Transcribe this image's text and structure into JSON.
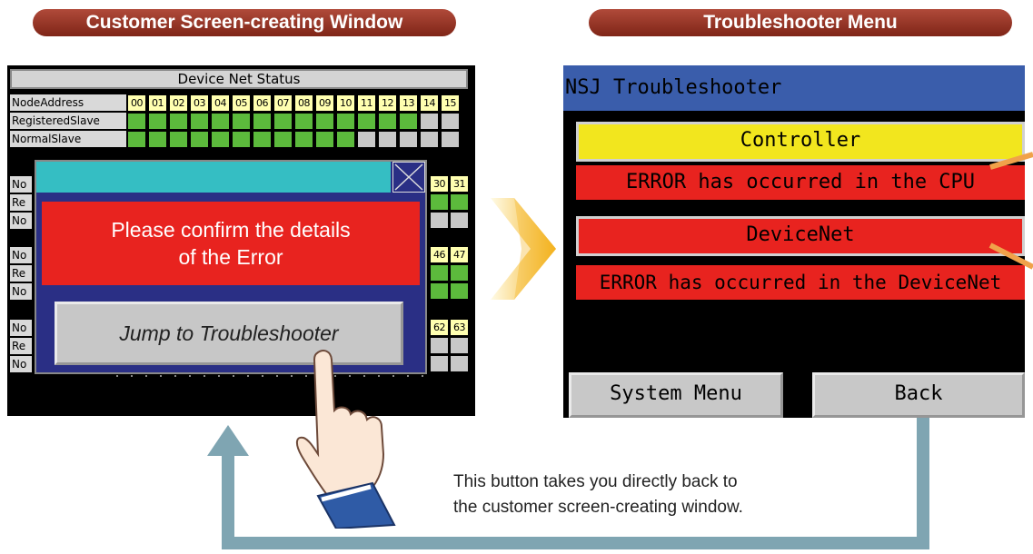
{
  "labels": {
    "left_header": "Customer Screen-creating Window",
    "right_header": "Troubleshooter Menu"
  },
  "devicenet": {
    "title": "Device Net Status",
    "rows": [
      "NodeAddress",
      "RegisteredSlave",
      "NormalSlave"
    ],
    "node_numbers": [
      "00",
      "01",
      "02",
      "03",
      "04",
      "05",
      "06",
      "07",
      "08",
      "09",
      "10",
      "11",
      "12",
      "13",
      "14",
      "15"
    ],
    "partial_rows": [
      "No",
      "Re",
      "No",
      "No",
      "Re",
      "No",
      "No",
      "Re",
      "No"
    ],
    "right_node_numbers": [
      [
        "30",
        "31"
      ],
      [
        "46",
        "47"
      ],
      [
        "62",
        "63"
      ]
    ]
  },
  "dialog": {
    "message_line1": "Please confirm the details",
    "message_line2": "of the Error",
    "jump_button": "Jump to Troubleshooter"
  },
  "troubleshooter": {
    "title": "NSJ Troubleshooter",
    "controller_button": "Controller",
    "controller_message": "ERROR has occurred in the CPU",
    "devicenet_button": "DeviceNet",
    "devicenet_message": "ERROR has occurred in the DeviceNet",
    "system_menu_button": "System Menu",
    "back_button": "Back"
  },
  "caption": {
    "line1": "This button takes you directly back to",
    "line2": "the customer screen-creating window."
  },
  "colors": {
    "header_pill": "#8f3122",
    "error_red": "#e8231f",
    "controller_yellow": "#f2e61e",
    "dialog_blue": "#2a2f85",
    "titlebar_teal": "#35bec3",
    "flow_arrow": "#7fa5b2",
    "node_green": "#5cba3c"
  }
}
